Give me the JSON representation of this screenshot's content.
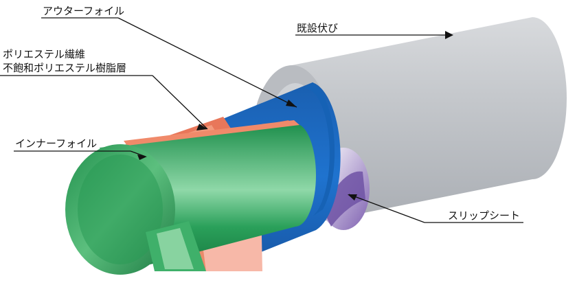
{
  "labels": {
    "outer_foil": "アウターフォイル",
    "existing_pipe": "既設伏び",
    "polyester_fiber": "ポリエステル繊維",
    "resin_layer": "不飽和ポリエステル樹脂層",
    "inner_foil": "インナーフォイル",
    "slip_sheet": "スリップシート"
  },
  "colors": {
    "existing_pipe": "#c4c7cc",
    "outer_foil": "#1e6fc8",
    "resin_layer": "#f08a6a",
    "inner_foil": "#2aa05a",
    "slip_sheet": "#8a6ab8",
    "leader": "#111111"
  }
}
